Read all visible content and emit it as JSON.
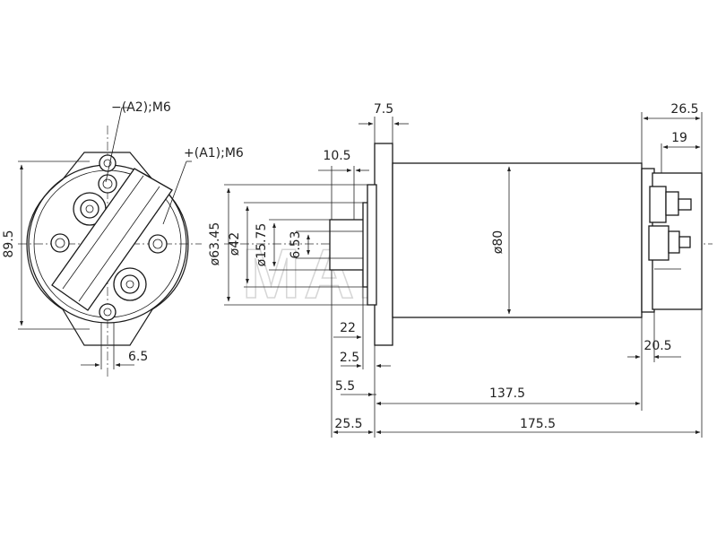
{
  "watermark": "MAHLE",
  "front_view": {
    "callout_a2": "−(A2);M6",
    "callout_a1": "+(A1);M6",
    "dim_height": "89.5",
    "dim_offset": "6.5"
  },
  "side_view": {
    "dim_flange": "7.5",
    "dim_10_5": "10.5",
    "dim_63_45": "ø63.45",
    "dim_42": "ø42",
    "dim_15_75": "ø15.75",
    "dim_6_53": "6.53",
    "dim_80": "ø80",
    "dim_22": "22",
    "dim_2_5": "2.5",
    "dim_5_5": "5.5",
    "dim_25_5": "25.5",
    "dim_137_5": "137.5",
    "dim_175_5": "175.5",
    "dim_26_5": "26.5",
    "dim_19": "19",
    "dim_20_5": "20.5"
  }
}
